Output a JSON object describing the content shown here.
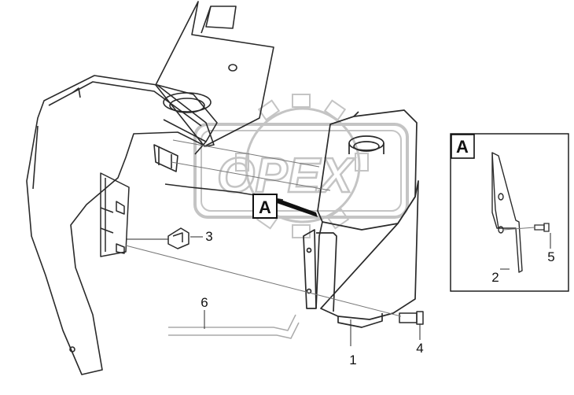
{
  "watermark": {
    "text": "OPEX"
  },
  "detail_view": {
    "label": "A"
  },
  "view_marker": {
    "label": "A"
  },
  "callouts": {
    "c1": "1",
    "c2": "2",
    "c3": "3",
    "c4": "4",
    "c5": "5",
    "c6": "6"
  },
  "colors": {
    "line": "#2a2a2a",
    "light_line": "#9a9a9a",
    "watermark_gray": "#c4c4c4",
    "background": "#ffffff"
  }
}
